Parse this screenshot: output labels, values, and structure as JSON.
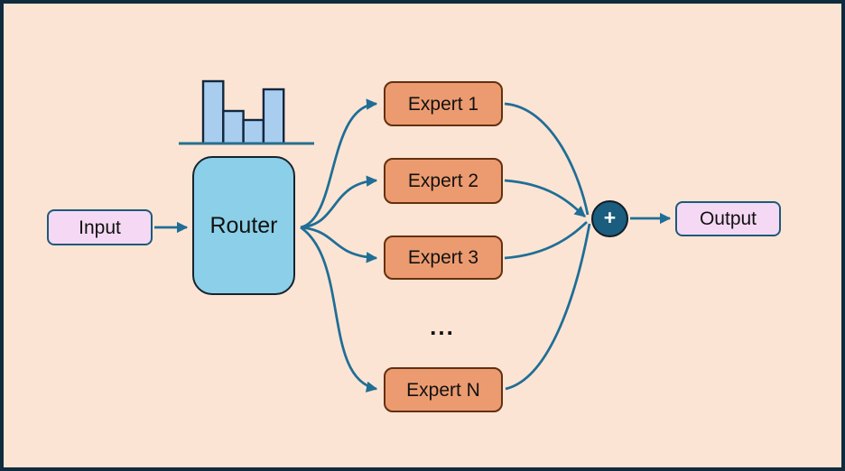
{
  "diagram": {
    "background_color": "#fce4d4",
    "frame_color": "#0f2b3d",
    "arrow_color": "#1f6e96"
  },
  "nodes": {
    "input": {
      "label": "Input",
      "fill": "#f5d9f4",
      "border": "#1d5a7a"
    },
    "router": {
      "label": "Router",
      "fill": "#8bcfe8",
      "border": "#16232e"
    },
    "experts": [
      {
        "label": "Expert 1"
      },
      {
        "label": "Expert 2"
      },
      {
        "label": "Expert 3"
      },
      {
        "label": "Expert N"
      }
    ],
    "expert_style": {
      "fill": "#ec9b70",
      "border": "#63300f"
    },
    "ellipsis": "...",
    "sum": {
      "label": "+",
      "fill": "#1a5d7e",
      "text_color": "#ffffff"
    },
    "output": {
      "label": "Output",
      "fill": "#f5d9f4",
      "border": "#1d5a7a"
    }
  },
  "router_chart": {
    "type": "bar",
    "bar_heights": [
      69,
      36,
      26,
      60
    ],
    "bar_fill": "#a9cdee",
    "bar_border": "#13263f"
  }
}
